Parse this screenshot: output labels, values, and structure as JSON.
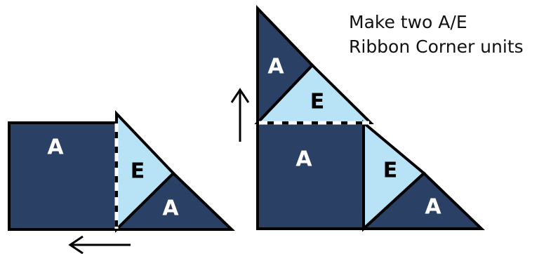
{
  "instructions": {
    "line1": "Make two A/E",
    "line2": "Ribbon Corner units"
  },
  "labels": {
    "a": "A",
    "e": "E"
  },
  "colors": {
    "fabric_a": "#2b4065",
    "fabric_e": "#b8e3f7",
    "outline": "#000000",
    "label_on_a": "#ffffff",
    "label_on_e": "#000000",
    "seam_dash": "#ffffff"
  },
  "icons": {
    "press_left": "arrow-left-icon",
    "press_up": "arrow-up-icon"
  }
}
